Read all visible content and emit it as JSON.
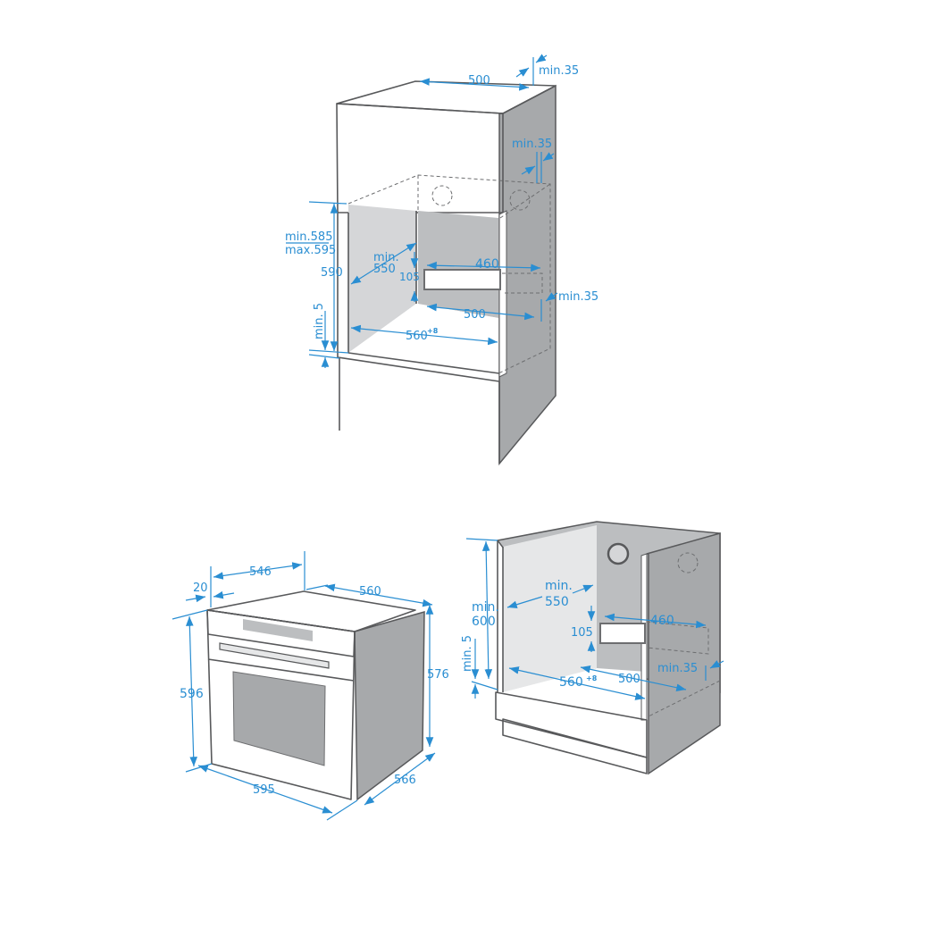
{
  "colors": {
    "dimension": "#2a8ed2",
    "outline": "#58595b",
    "side_panel": "#a7a9ab",
    "inner_wall": "#d5d6d8",
    "back_wall": "#bcbec0"
  },
  "column_install": {
    "top_depth": "500",
    "top_gap": "min.35",
    "side_gap_upper": "min.35",
    "side_gap_lower": "min.35",
    "height_range_min": "min.585",
    "height_range_max": "max.595",
    "height": "590",
    "bottom_gap": "min. 5",
    "depth_min": "min.",
    "depth_val": "550",
    "vent_height": "105",
    "vent_width": "460",
    "floor_depth": "500",
    "width": "560",
    "width_tol": "+8"
  },
  "oven": {
    "depth_body": "546",
    "front_thickness": "20",
    "body_width": "560",
    "height_front": "596",
    "body_height": "576",
    "front_width": "595",
    "total_depth": "566"
  },
  "undercounter_install": {
    "height_min": "min.",
    "height_val": "600",
    "bottom_gap": "min. 5",
    "depth_min": "min.",
    "depth_val": "550",
    "vent_height": "105",
    "vent_width": "460",
    "width": "560",
    "width_tol": "+8",
    "floor_depth": "500",
    "side_gap": "min.35"
  }
}
